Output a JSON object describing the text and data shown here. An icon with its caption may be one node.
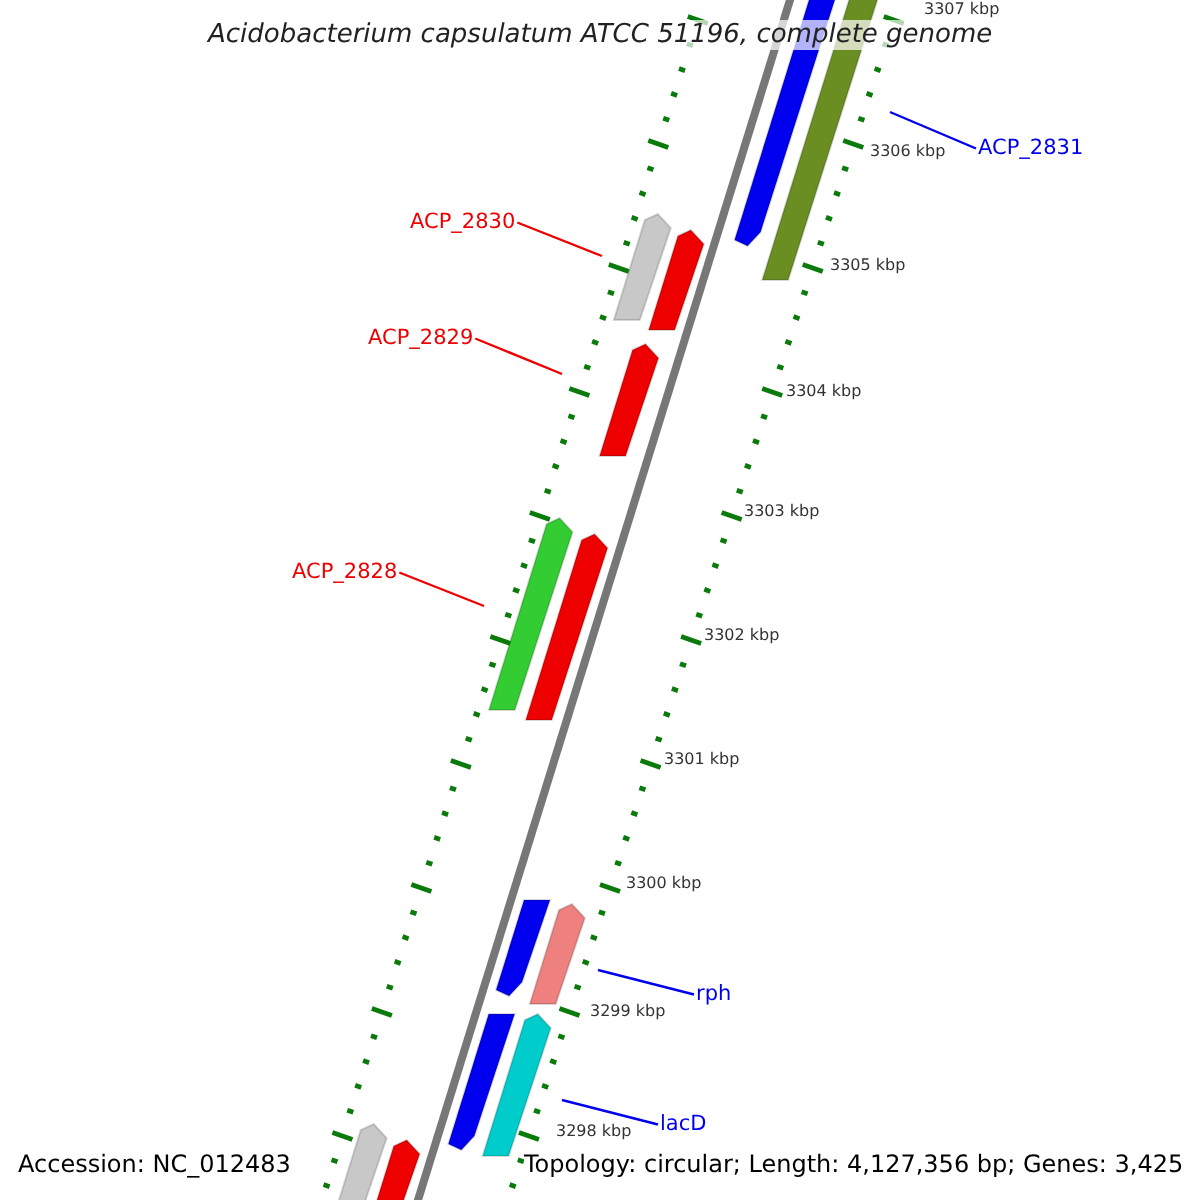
{
  "diagram": {
    "title": "Acidobacterium capsulatum ATCC 51196, complete genome",
    "nodes": [
      {
        "text": [
          "ACP_2831"
        ]
      },
      {
        "text": [
          "ACP_2830"
        ]
      },
      {
        "text": [
          "ACP_2829"
        ]
      },
      {
        "text": [
          "ACP_2828"
        ]
      },
      {
        "text": [
          "rph"
        ]
      },
      {
        "text": [
          "lacD"
        ]
      }
    ],
    "edges": [
      {
        "from": 0,
        "to": null,
        "arrow": "none",
        "color": "#0000ee"
      },
      {
        "from": 1,
        "to": null,
        "arrow": "none",
        "color": "#ee0000"
      },
      {
        "from": 2,
        "to": null,
        "arrow": "none",
        "color": "#ee0000"
      },
      {
        "from": 3,
        "to": null,
        "arrow": "none",
        "color": "#ee0000"
      },
      {
        "from": 4,
        "to": null,
        "arrow": "none",
        "color": "#0000ee"
      },
      {
        "from": 5,
        "to": null,
        "arrow": "none",
        "color": "#0000ee"
      }
    ],
    "labels": [
      "3307 kbp",
      "3306 kbp",
      "3305 kbp",
      "3304 kbp",
      "3303 kbp",
      "3302 kbp",
      "3301 kbp",
      "3300 kbp",
      "3299 kbp",
      "3298 kbp",
      "Accession: NC_012483",
      "Topology: circular; Length: 4,127,356 bp; Genes: 3,425"
    ]
  }
}
